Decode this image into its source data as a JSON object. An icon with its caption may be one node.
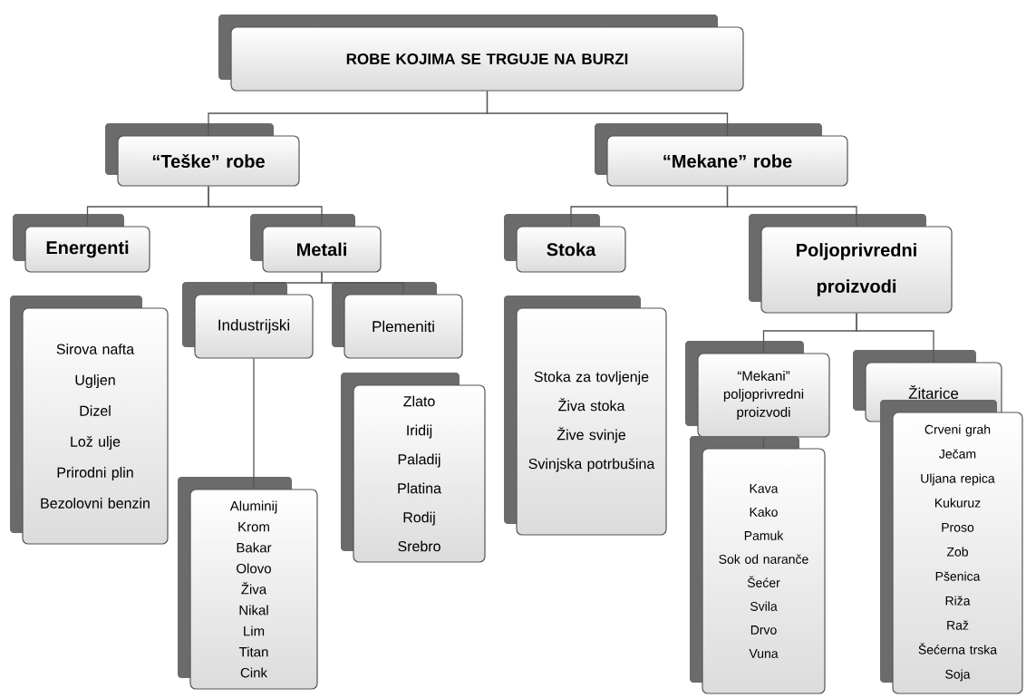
{
  "diagram": {
    "nodes": [
      {
        "text": [
          "ROBE KOJIMA SE TRGUJE NA BURZI"
        ]
      },
      {
        "text": [
          "“Teške” robe"
        ]
      },
      {
        "text": [
          "“Mekane” robe"
        ]
      },
      {
        "text": [
          "Energenti"
        ]
      },
      {
        "text": [
          "Metali"
        ]
      },
      {
        "text": [
          "Stoka"
        ]
      },
      {
        "text": [
          "Poljoprivredni proizvodi"
        ]
      },
      {
        "text": [
          "Sirova nafta",
          "Ugljen",
          "Dizel",
          "Lož ulje",
          "Prirodni plin",
          "Bezolovni benzin"
        ]
      },
      {
        "text": [
          "Industrijski"
        ]
      },
      {
        "text": [
          "Plemeniti"
        ]
      },
      {
        "text": [
          "Aluminij",
          "Krom",
          "Bakar",
          "Olovo",
          "Živa",
          "Nikal",
          "Lim",
          "Titan",
          "Cink"
        ]
      },
      {
        "text": [
          "Zlato",
          "Iridij",
          "Paladij",
          "Platina",
          "Rodij",
          "Srebro"
        ]
      },
      {
        "text": [
          "Stoka za tovljenje",
          "Živa stoka",
          "Žive svinje",
          "Svinjska potrbušina"
        ]
      },
      {
        "text": [
          "“Mekani” poljoprivredni proizvodi"
        ]
      },
      {
        "text": [
          "Žitarice"
        ]
      },
      {
        "text": [
          "Kava",
          "Kako",
          "Pamuk",
          "Sok od naranče",
          "Šećer",
          "Svila",
          "Drvo",
          "Vuna"
        ]
      },
      {
        "text": [
          "Crveni grah",
          "Ječam",
          "Uljana repica",
          "Kukuruz",
          "Proso",
          "Zob",
          "Pšenica",
          "Riža",
          "Raž",
          "Šećerna trska",
          "Soja"
        ]
      }
    ],
    "edges": [
      {
        "from": 0,
        "to": 1,
        "arrow": "none"
      },
      {
        "from": 0,
        "to": 2,
        "arrow": "none"
      },
      {
        "from": 1,
        "to": 3,
        "arrow": "none"
      },
      {
        "from": 1,
        "to": 4,
        "arrow": "none"
      },
      {
        "from": 4,
        "to": 8,
        "arrow": "none"
      },
      {
        "from": 4,
        "to": 9,
        "arrow": "none"
      },
      {
        "from": 2,
        "to": 5,
        "arrow": "none"
      },
      {
        "from": 2,
        "to": 6,
        "arrow": "none"
      },
      {
        "from": 6,
        "to": 13,
        "arrow": "none"
      },
      {
        "from": 6,
        "to": 14,
        "arrow": "none"
      },
      {
        "from": 8,
        "to": 10,
        "arrow": "none"
      },
      {
        "from": 13,
        "to": 15,
        "arrow": "none"
      }
    ]
  }
}
